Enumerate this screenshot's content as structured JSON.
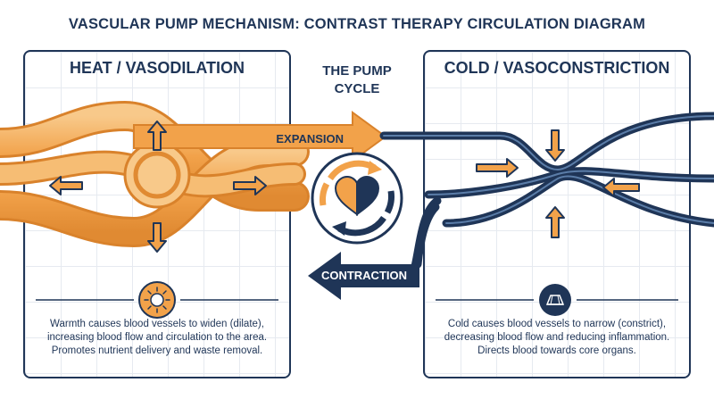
{
  "title": "VASCULAR PUMP MECHANISM: CONTRAST THERAPY CIRCULATION DIAGRAM",
  "left_panel": {
    "heading": "HEAT / VASODILATION",
    "description": [
      "Warmth causes blood vessels to widen (dilate),",
      "increasing blood flow and circulation to the area.",
      "Promotes nutrient delivery and waste removal."
    ],
    "icon": "sun-icon"
  },
  "center": {
    "heading": [
      "THE PUMP",
      "CYCLE"
    ],
    "expansion_label": "EXPANSION",
    "contraction_label": "CONTRACTION",
    "icon": "heart-icon"
  },
  "right_panel": {
    "heading": "COLD / VASOCONSTRICTION",
    "description": [
      "Cold causes blood vessels to narrow (constrict),",
      "decreasing blood flow and reducing inflammation.",
      "Directs blood towards core organs."
    ],
    "icon": "ice-icon"
  },
  "colors": {
    "navy": "#1f3557",
    "orange": "#f2a24a",
    "orange_light": "#f8c98a",
    "orange_dark": "#d9822b"
  }
}
